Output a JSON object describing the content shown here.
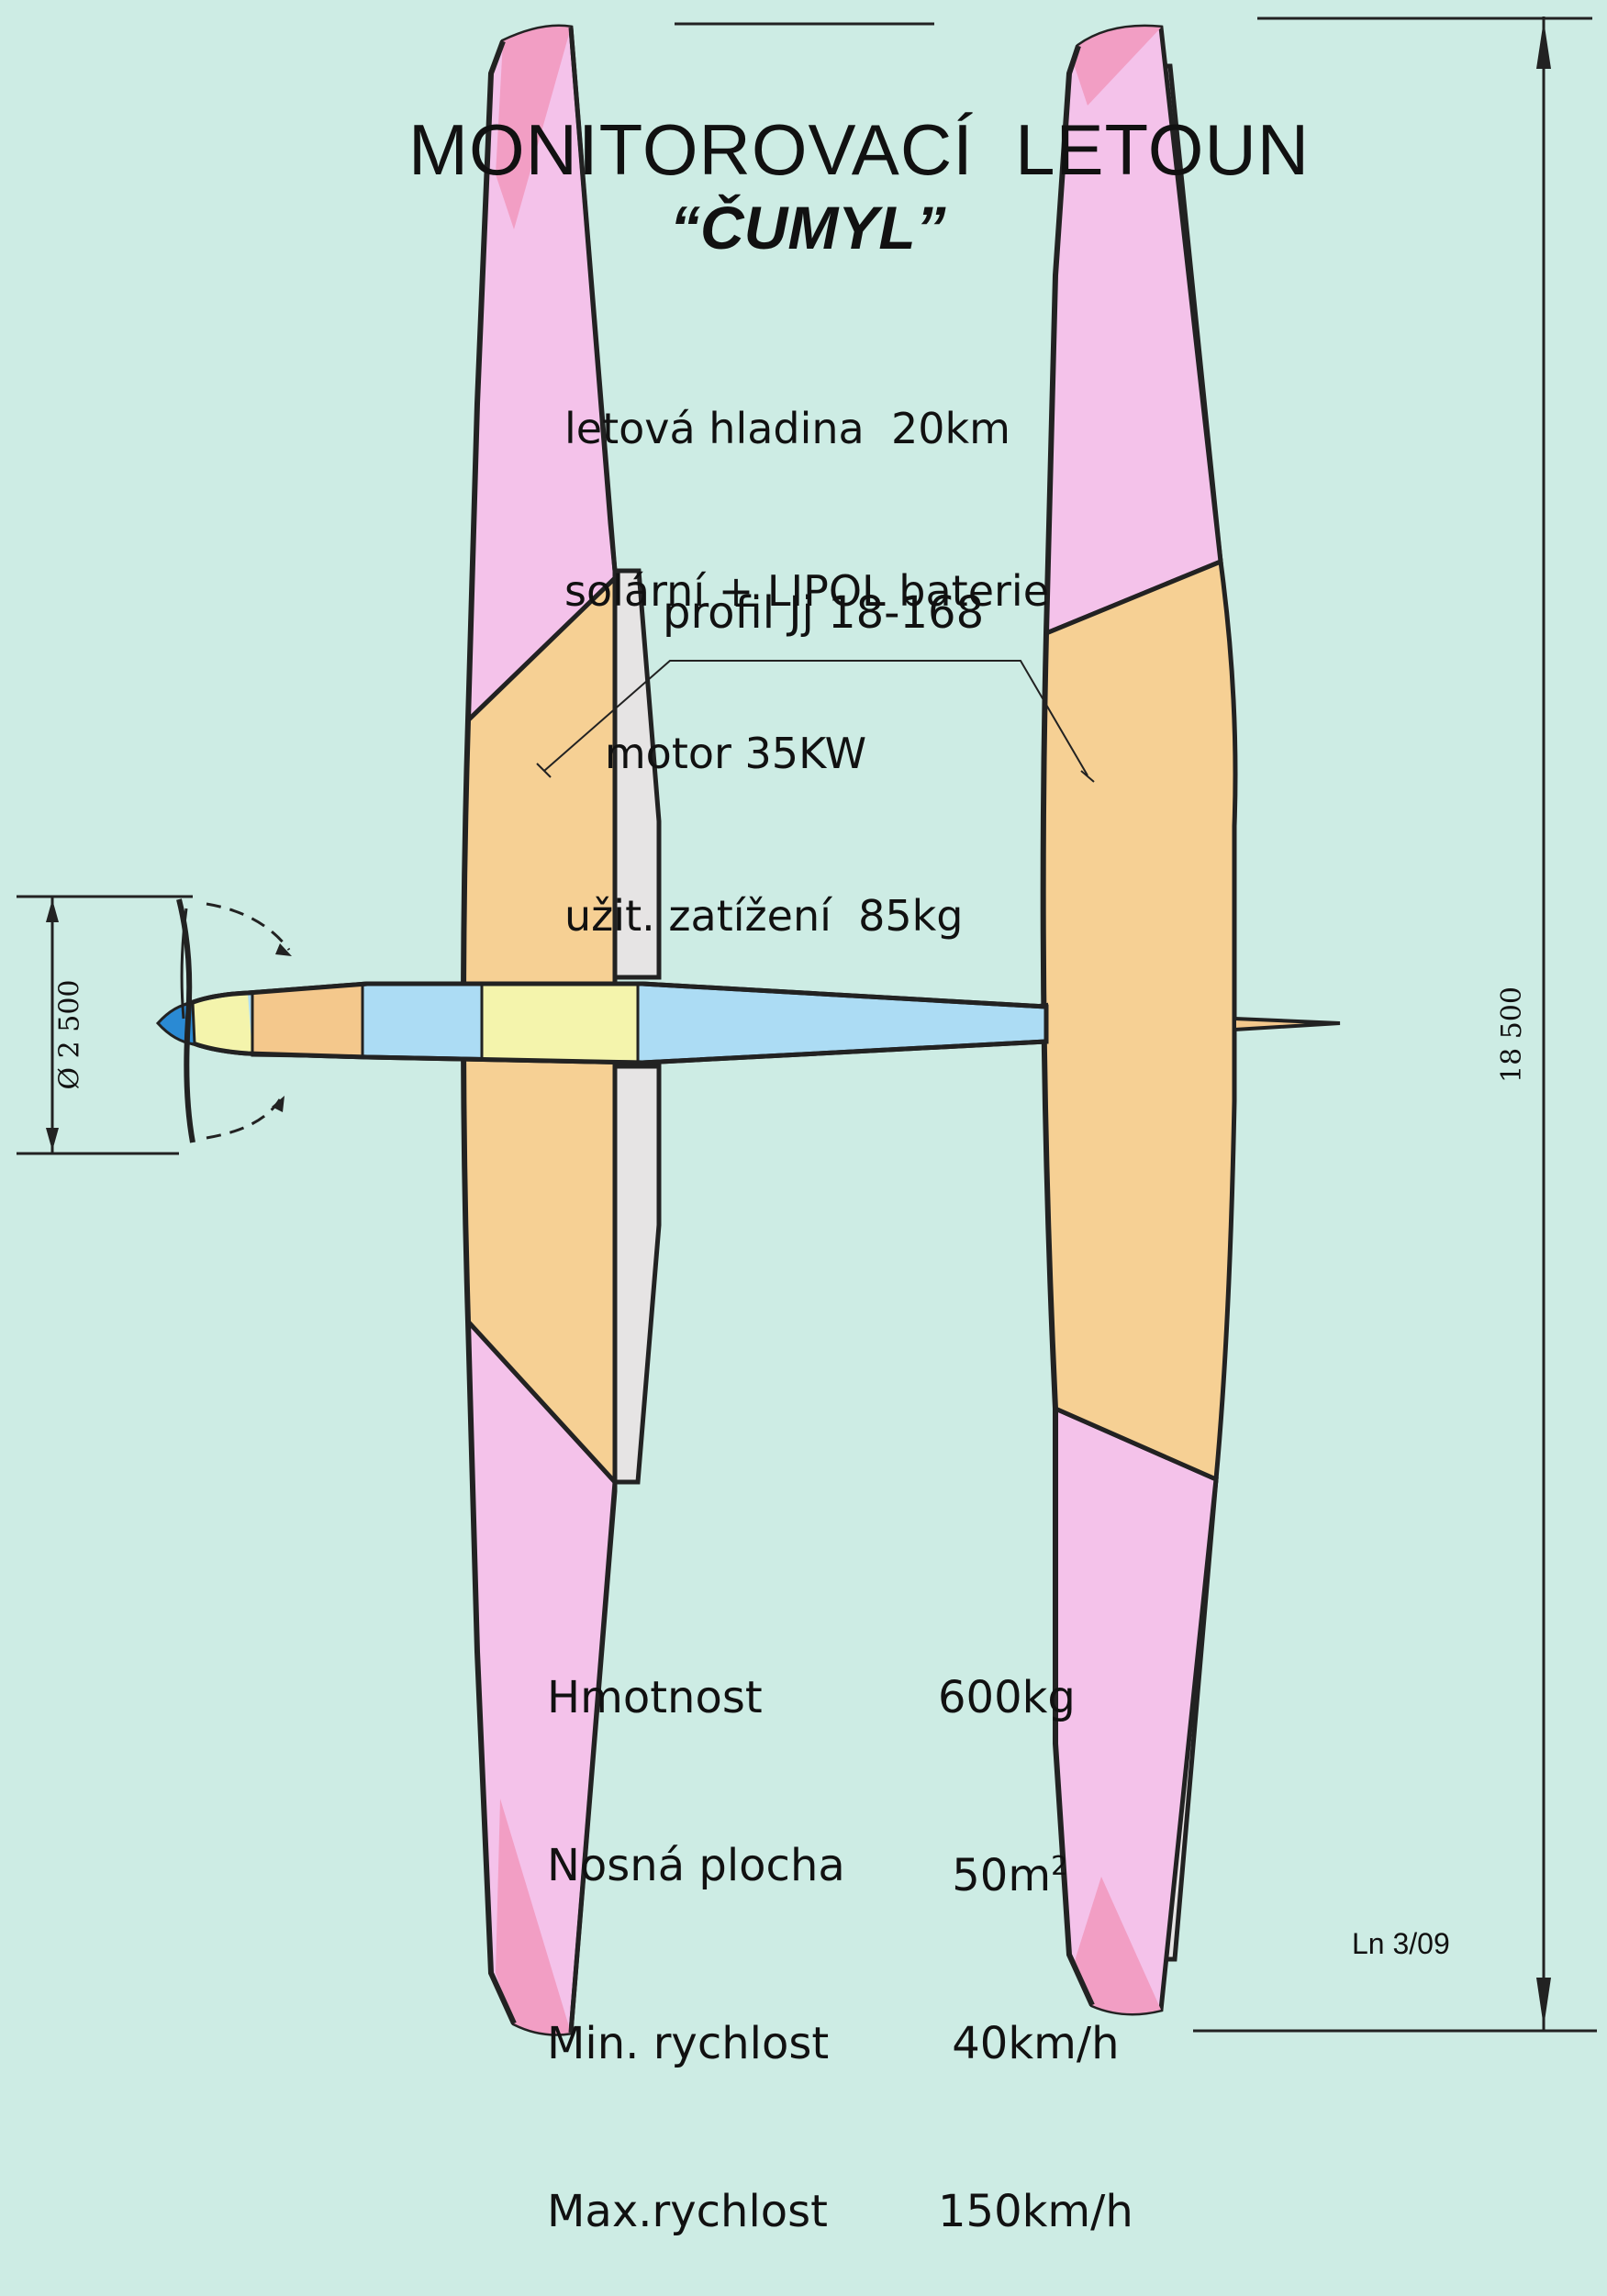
{
  "title": {
    "line1": "MONITOROVACÍ  LETOUN",
    "line2": "“ČUMYL”"
  },
  "specs": [
    "letová hladina  20km",
    "solární + LIPOL baterie",
    "   motor 35KW",
    "užit. zatížení  85kg"
  ],
  "profile_label": "profil Jj 18-168",
  "performance": [
    {
      "label": "Hmotnost",
      "value": "600kg"
    },
    {
      "label": "Nosná plocha",
      "value": " 50m",
      "sup": "2"
    },
    {
      "label": "Min. rychlost",
      "value": " 40km/h"
    },
    {
      "label": "Max.rychlost",
      "value": "150km/h"
    }
  ],
  "dimensions": {
    "propeller": "Ø 2 500",
    "span": "18 500"
  },
  "signature": "Ln 3/09",
  "colors": {
    "background": "#cdece4",
    "wing_tip": "#f4c2ea",
    "wing_tip_dark": "#f29ec4",
    "wing_center": "#f6d094",
    "aileron": "#e6e4e4",
    "fuselage_blue": "#acdcf4",
    "fuselage_yellow": "#f4f4ac",
    "fuselage_orange": "#f4c88c",
    "spinner": "#2a8ad4"
  }
}
